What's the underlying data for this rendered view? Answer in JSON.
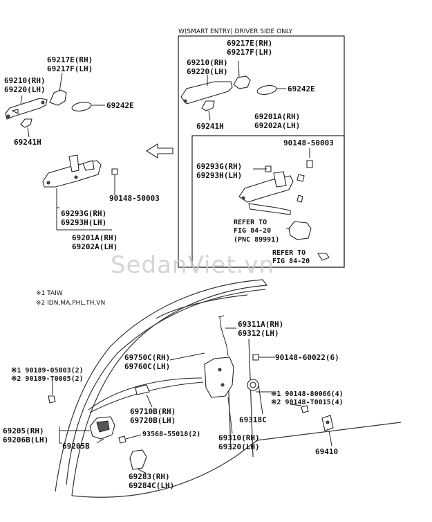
{
  "watermark": "SedanViet.vn",
  "smart_entry_title": "W(SMART ENTRY) DRIVER SIDE ONLY",
  "notes": [
    "※1 TAIW",
    "※2 IDN,MA,PHL,TH,VN"
  ],
  "labels": {
    "tl_69217": [
      "69217E(RH)",
      "69217F(LH)"
    ],
    "tl_69210": [
      "69210(RH)",
      "69220(LH)"
    ],
    "tl_69242": "69242E",
    "tl_69241": "69241H",
    "tl_90148": "90148-50003",
    "tl_69293": [
      "69293G(RH)",
      "69293H(LH)"
    ],
    "tl_69201": [
      "69201A(RH)",
      "69202A(LH)"
    ],
    "sb_69217": [
      "69217E(RH)",
      "69217F(LH)"
    ],
    "sb_69210": [
      "69210(RH)",
      "69220(LH)"
    ],
    "sb_69242": "69242E",
    "sb_69241": "69241H",
    "sb_69201": [
      "69201A(RH)",
      "69202A(LH)"
    ],
    "sb_90148": "90148-50003",
    "sb_69293": [
      "69293G(RH)",
      "69293H(LH)"
    ],
    "sb_refer1": [
      "REFER TO",
      "FIG 84-20",
      "(PNC 89991)"
    ],
    "sb_refer2": [
      "REFER TO",
      "FIG 84-20"
    ],
    "b_69311": [
      "69311A(RH)",
      "69312(LH)"
    ],
    "b_69750": [
      "69750C(RH)",
      "69760C(LH)"
    ],
    "b_90148_60022": "90148-60022(6)",
    "b_90189": [
      "※1 90189-05003(2)",
      "※2 90189-T0005(2)"
    ],
    "b_90148_80066": [
      "※1 90148-80066(4)",
      "※2 90148-T0015(4)"
    ],
    "b_69710": [
      "69710B(RH)",
      "69720B(LH)"
    ],
    "b_69318": "69318C",
    "b_69205": [
      "69205(RH)",
      "69206B(LH)"
    ],
    "b_93568": "93568-55018(2)",
    "b_69205b": "69205B",
    "b_69310": [
      "69310(RH)",
      "69320(LH)"
    ],
    "b_69410": "69410",
    "b_69283": [
      "69283(RH)",
      "69284C(LH)"
    ]
  }
}
